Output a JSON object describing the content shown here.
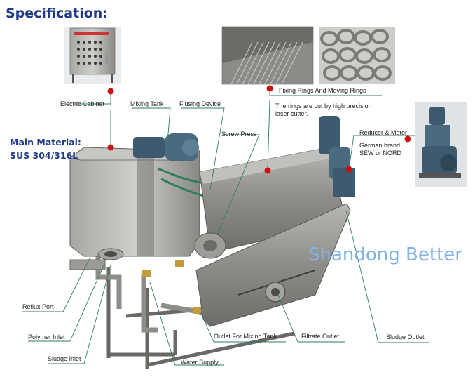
{
  "heading": "Specification:",
  "main_material": {
    "line1": "Main Material:",
    "line2": "SUS 304/316L"
  },
  "watermark": "Shandong Better",
  "labels": {
    "electric_cabinet": "Electric Cabinet",
    "mixing_tank": "Mixing Tank",
    "flusing_device": "Flusing Device",
    "screw_press": "Screw Press",
    "fixing_rings": "Fixing Rings And Moving Rings",
    "rings_note_1": "The rings are cut by high precision",
    "rings_note_2": "laser cutter.",
    "reducer_motor": "Reducer & Motor",
    "german_brand": "German brand",
    "sew_nord": "SEW or NORD",
    "reflux_port": "Reflux Port",
    "polymer_inlet": "Polymer Inlet",
    "sludge_inlet": "Sludge Inlet",
    "water_supply": "Water Supply",
    "outlet_mixing_tank": "Outlet For Mixing Tank",
    "filtrate_outlet": "Filtrate Outlet",
    "sludge_outlet": "Sludge Outlet"
  },
  "colors": {
    "heading": "#1f3a8a",
    "callout_line": "#2e7d5b",
    "marker": "#cc1111",
    "watermark": "#7fb3ea",
    "steel": "#8c8a86",
    "motor": "#3d5a6e"
  }
}
